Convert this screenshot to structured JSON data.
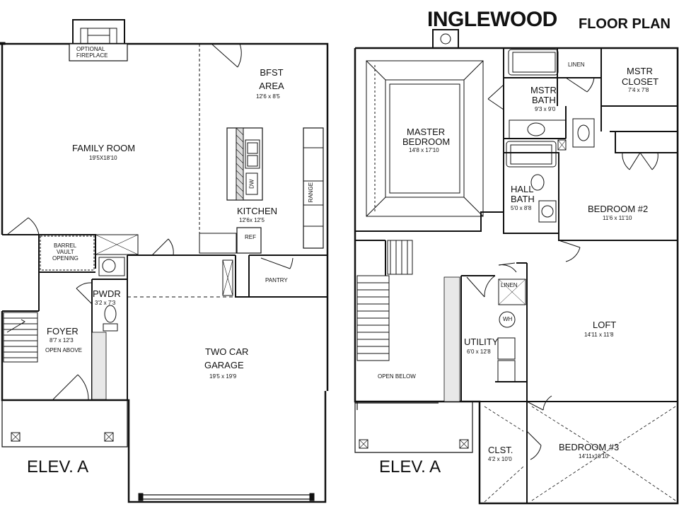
{
  "title": {
    "main": "INGLEWOOD",
    "sub": "FLOOR PLAN"
  },
  "first_floor": {
    "elevation_label": "ELEV. A",
    "rooms": {
      "optional_fireplace": {
        "line1": "OPTIONAL",
        "line2": "FIREPLACE"
      },
      "bfst_area": {
        "line1": "BFST",
        "line2": "AREA",
        "dims": "12'6 x 8'5"
      },
      "family_room": {
        "name": "FAMILY ROOM",
        "dims": "19'5X18'10"
      },
      "kitchen": {
        "name": "KITCHEN",
        "dims": "12'6x 12'5"
      },
      "ref": {
        "name": "REF"
      },
      "dw": {
        "name": "DW"
      },
      "range": {
        "name": "RANGE"
      },
      "barrel_vault": {
        "line1": "BARREL",
        "line2": "VAULT",
        "line3": "OPENING"
      },
      "pwdr": {
        "name": "PWDR",
        "dims": "3'2 x 7'3"
      },
      "pantry": {
        "name": "PANTRY"
      },
      "foyer": {
        "name": "FOYER",
        "dims": "8'7 x 12'3",
        "note": "OPEN ABOVE"
      },
      "garage": {
        "line1": "TWO CAR",
        "line2": "GARAGE",
        "dims": "19'5 x 19'9"
      }
    }
  },
  "second_floor": {
    "elevation_label": "ELEV. A",
    "rooms": {
      "linen_top": {
        "name": "LINEN"
      },
      "mstr_closet": {
        "line1": "MSTR",
        "line2": "CLOSET",
        "dims": "7'4 x 7'8"
      },
      "mstr_bath": {
        "line1": "MSTR",
        "line2": "BATH",
        "dims": "9'3 x 9'0"
      },
      "master_bedroom": {
        "line1": "MASTER",
        "line2": "BEDROOM",
        "dims": "14'8 x 17'10"
      },
      "hall_bath": {
        "line1": "HALL",
        "line2": "BATH",
        "dims": "5'0 x 8'8"
      },
      "bedroom2": {
        "name": "BEDROOM #2",
        "dims": "11'6 x 11'10"
      },
      "linen_mid": {
        "name": "LINEN"
      },
      "wh": {
        "name": "WH"
      },
      "loft": {
        "name": "LOFT",
        "dims": "14'11 x 11'8"
      },
      "utility": {
        "name": "UTILITY",
        "dims": "6'0 x 12'8"
      },
      "open_below": {
        "name": "OPEN BELOW"
      },
      "clst": {
        "name": "CLST.",
        "dims": "4'2 x 10'0"
      },
      "bedroom3": {
        "name": "BEDROOM #3",
        "dims": "14'11x10'10"
      }
    }
  }
}
